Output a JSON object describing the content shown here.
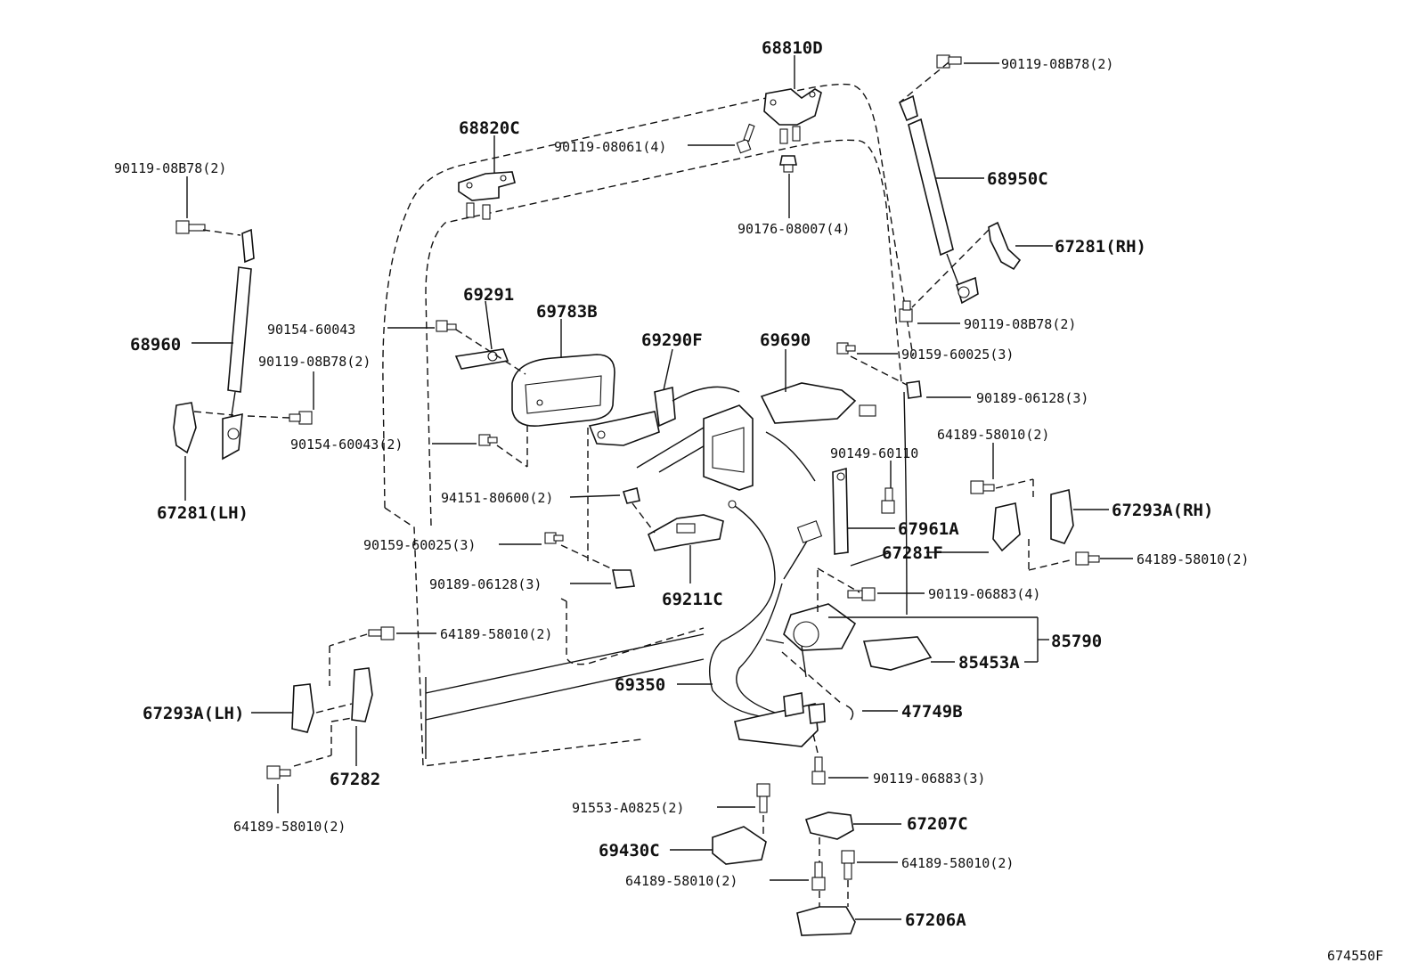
{
  "labels": {
    "p68810D": "68810D",
    "p90119_08B78_2_top": "90119-08B78(2)",
    "p68820C": "68820C",
    "p90119_08061": "90119-08061(4)",
    "p68950C": "68950C",
    "p90119_08B78_2_left": "90119-08B78(2)",
    "p90176_08007": "90176-08007(4)",
    "p67281_RH": "67281(RH)",
    "p69291": "69291",
    "p69783B": "69783B",
    "p90119_08B78_2_mid": "90119-08B78(2)",
    "p90154_60043": "90154-60043",
    "p68960": "68960",
    "p69290F": "69290F",
    "p69690": "69690",
    "p90159_60025_top": "90159-60025(3)",
    "p90119_08B78_2_lh": "90119-08B78(2)",
    "p90189_06128_top": "90189-06128(3)",
    "p64189_58010_rh_top": "64189-58010(2)",
    "p90154_60043_2": "90154-60043(2)",
    "p90149_60110": "90149-60110",
    "p67281_LH": "67281(LH)",
    "p94151_80600": "94151-80600(2)",
    "p67293A_RH": "67293A(RH)",
    "p67961A": "67961A",
    "p90159_60025_left": "90159-60025(3)",
    "p67281F": "67281F",
    "p64189_58010_rh_bot": "64189-58010(2)",
    "p90189_06128_left": "90189-06128(3)",
    "p90119_06883_4": "90119-06883(4)",
    "p69211C": "69211C",
    "p64189_58010_lh_top": "64189-58010(2)",
    "p85790": "85790",
    "p85453A": "85453A",
    "p69350": "69350",
    "p67293A_LH": "67293A(LH)",
    "p47749B": "47749B",
    "p67282": "67282",
    "p90119_06883_3": "90119-06883(3)",
    "p64189_58010_lh_bot": "64189-58010(2)",
    "p91553_A0825": "91553-A0825(2)",
    "p67207C": "67207C",
    "p69430C": "69430C",
    "p64189_58010_bot_right": "64189-58010(2)",
    "p64189_58010_bot_left": "64189-58010(2)",
    "p67206A": "67206A",
    "code": "674550F"
  }
}
